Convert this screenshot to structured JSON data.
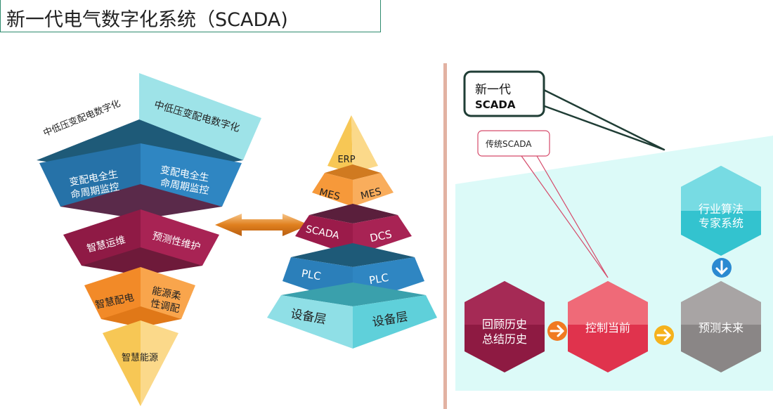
{
  "title": "新一代电气数字化系统（SCADA)",
  "funnel": {
    "layer1_left": "中低压变配电数字化",
    "layer1_right": "中低压变配电数字化",
    "layer2_left_line1": "变配电全生",
    "layer2_left_line2": "命周期监控",
    "layer2_right_line1": "变配电全生",
    "layer2_right_line2": "命周期监控",
    "layer3_left": "智慧运维",
    "layer3_right": "预测性维护",
    "layer4_left": "智慧配电",
    "layer4_right_line1": "能源柔",
    "layer4_right_line2": "性调配",
    "layer5": "智慧能源"
  },
  "pyramid": {
    "top": "ERP",
    "l2_left": "MES",
    "l2_right": "MES",
    "l3_left": "SCADA",
    "l3_right": "DCS",
    "l4_left": "PLC",
    "l4_right": "PLC",
    "l5_left": "设备层",
    "l5_right": "设备层"
  },
  "right_panel": {
    "callout_new_line1": "新一代",
    "callout_new_line2": "SCADA",
    "callout_traditional": "传统SCADA",
    "hex_review_line1": "回顾历史",
    "hex_review_line2": "总结历史",
    "hex_control": "控制当前",
    "hex_predict": "预测未来",
    "hex_expert_line1": "行业算法",
    "hex_expert_line2": "专家系统"
  },
  "colors": {
    "teal_light": "#9ee3e8",
    "blue": "#2b7fba",
    "crimson": "#9b1b4a",
    "orange": "#f6993a",
    "yellow": "#f9cf6a",
    "divider": "#e2b2a2",
    "panel_bg": "#dcfaf8"
  },
  "icons": [
    "double-arrow-icon",
    "right-arrow-icon",
    "down-arrow-icon"
  ]
}
